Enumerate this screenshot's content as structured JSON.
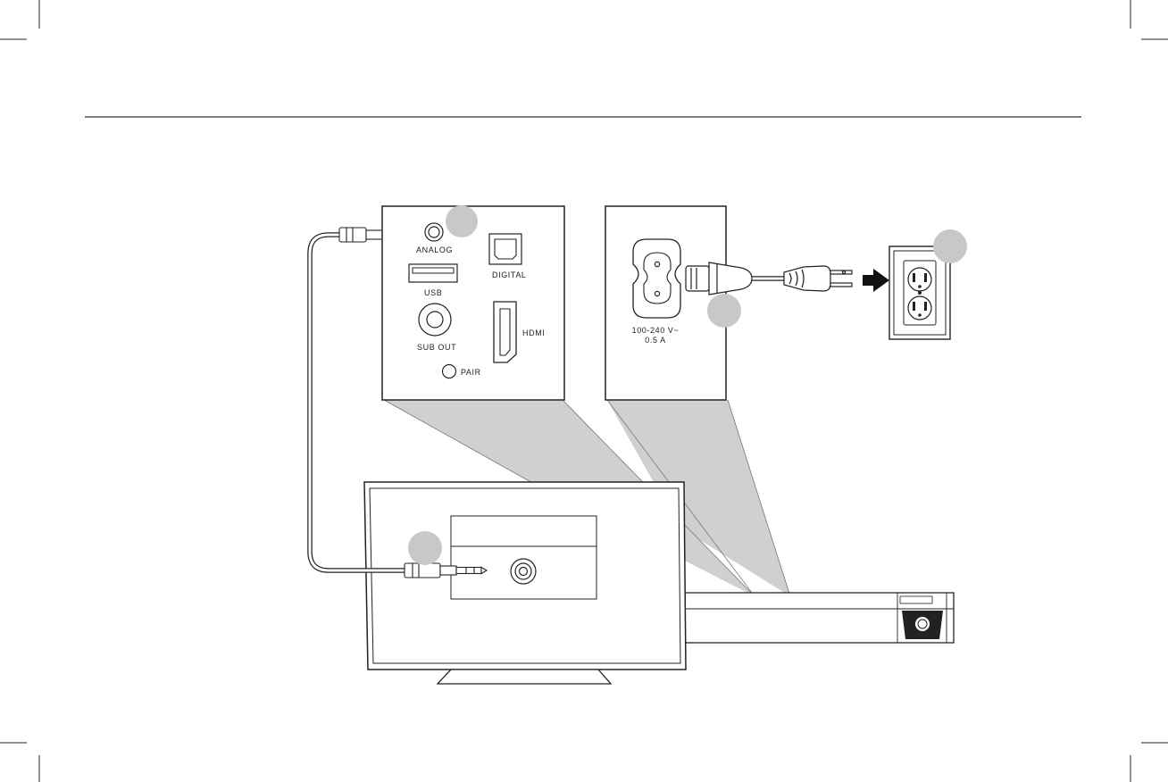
{
  "rear_panel": {
    "analog_label": "ANALOG",
    "digital_label": "DIGITAL",
    "usb_label": "USB",
    "hdmi_label": "HDMI",
    "sub_out_label": "SUB OUT",
    "pair_label": "PAIR"
  },
  "power_panel": {
    "voltage_label": "100-240 V~",
    "current_label": "0.5 A"
  },
  "colors": {
    "line": "#1a1a1a",
    "callout_gray": "#c8c8c8",
    "projection_gray": "#d0d0d0",
    "arrow": "#111111"
  }
}
